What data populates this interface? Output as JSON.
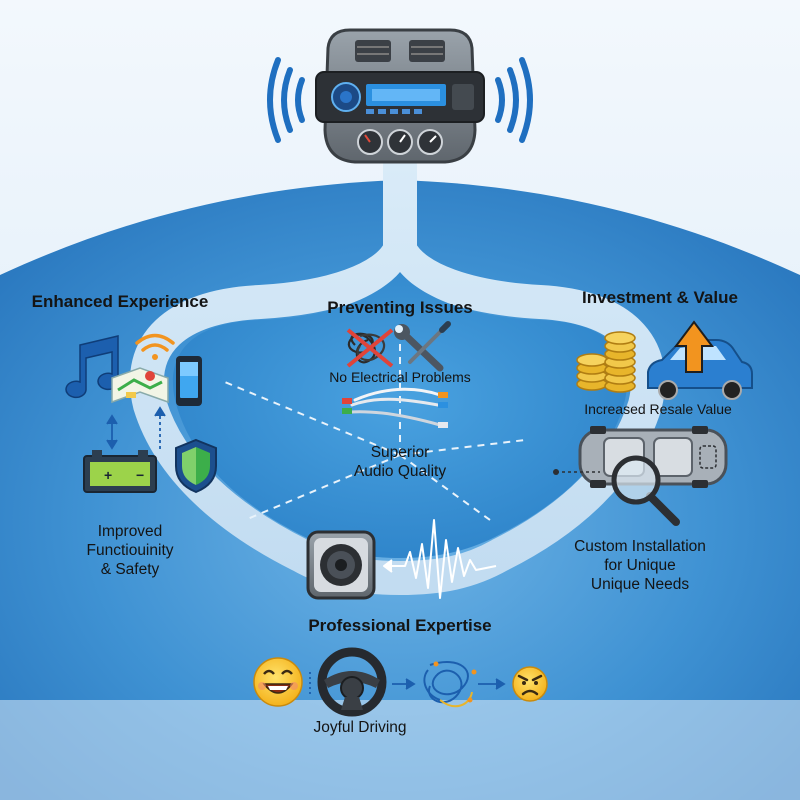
{
  "sections": {
    "enhanced_experience": {
      "title": "Enhanced Experience",
      "caption_lines": [
        "Improved",
        "Functiouinity",
        "& Safety"
      ]
    },
    "preventing_issues": {
      "title": "Preventing Issues",
      "subtitle": "No Electrical Problems",
      "caption_lines": [
        "Superior",
        "Audio Quality"
      ]
    },
    "investment_value": {
      "title": "Investment & Value",
      "subtitle": "Increased Resale Value",
      "caption_lines": [
        "Custom Installation",
        "for Unique",
        "Unique Needs"
      ]
    },
    "professional_expertise": {
      "title": "Professional Expertise",
      "caption": "Joyful Driving"
    }
  },
  "icons": [
    "car-stereo-dashboard-icon",
    "sound-wave-icon",
    "music-note-icon",
    "wifi-icon",
    "map-icon",
    "smartphone-icon",
    "car-battery-icon",
    "shield-icon",
    "tangled-wires-icon",
    "wrench-screwdriver-icon",
    "audio-cables-icon",
    "coins-icon",
    "car-icon",
    "up-arrow-icon",
    "car-top-view-icon",
    "magnifier-icon",
    "speaker-icon",
    "audio-waveform-icon",
    "happy-face-icon",
    "steering-wheel-icon",
    "tangled-cable-icon",
    "angry-face-icon"
  ],
  "colors": {
    "background_light": "#e4f0fa",
    "background_blue": "#3d8fd0",
    "path": "#cde3f5",
    "accent_orange": "#f2941f",
    "gold": "#e8b52b",
    "shield_green": "#3cae4a"
  }
}
